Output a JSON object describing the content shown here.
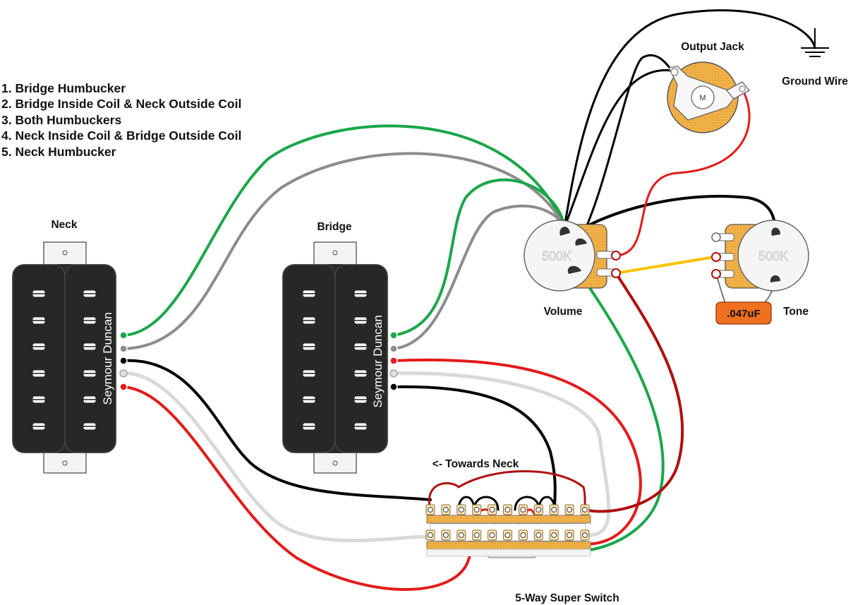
{
  "legend": [
    "1. Bridge Humbucker",
    "2. Bridge Inside Coil & Neck Outside Coil",
    "3. Both Humbuckers",
    "4. Neck Inside Coil & Bridge Outside Coil",
    "5. Neck Humbucker"
  ],
  "labels": {
    "neck": "Neck",
    "bridge": "Bridge",
    "output_jack": "Output Jack",
    "ground_wire": "Ground Wire",
    "volume": "Volume",
    "tone": "Tone",
    "towards_neck": "<- Towards Neck",
    "switch": "5-Way Super Switch"
  },
  "pickup_brand": "Seymour Duncan",
  "volume_value": "500K",
  "tone_value": "500K",
  "cap_value": ".047uF",
  "jack_mark": "M",
  "wire_colors": {
    "green": "#1aa64a",
    "gray": "#8c8c8c",
    "black": "#000000",
    "white": "#d9d9d9",
    "red": "#e31b1b",
    "dark_red": "#b01010",
    "yellow": "#f5c400"
  }
}
